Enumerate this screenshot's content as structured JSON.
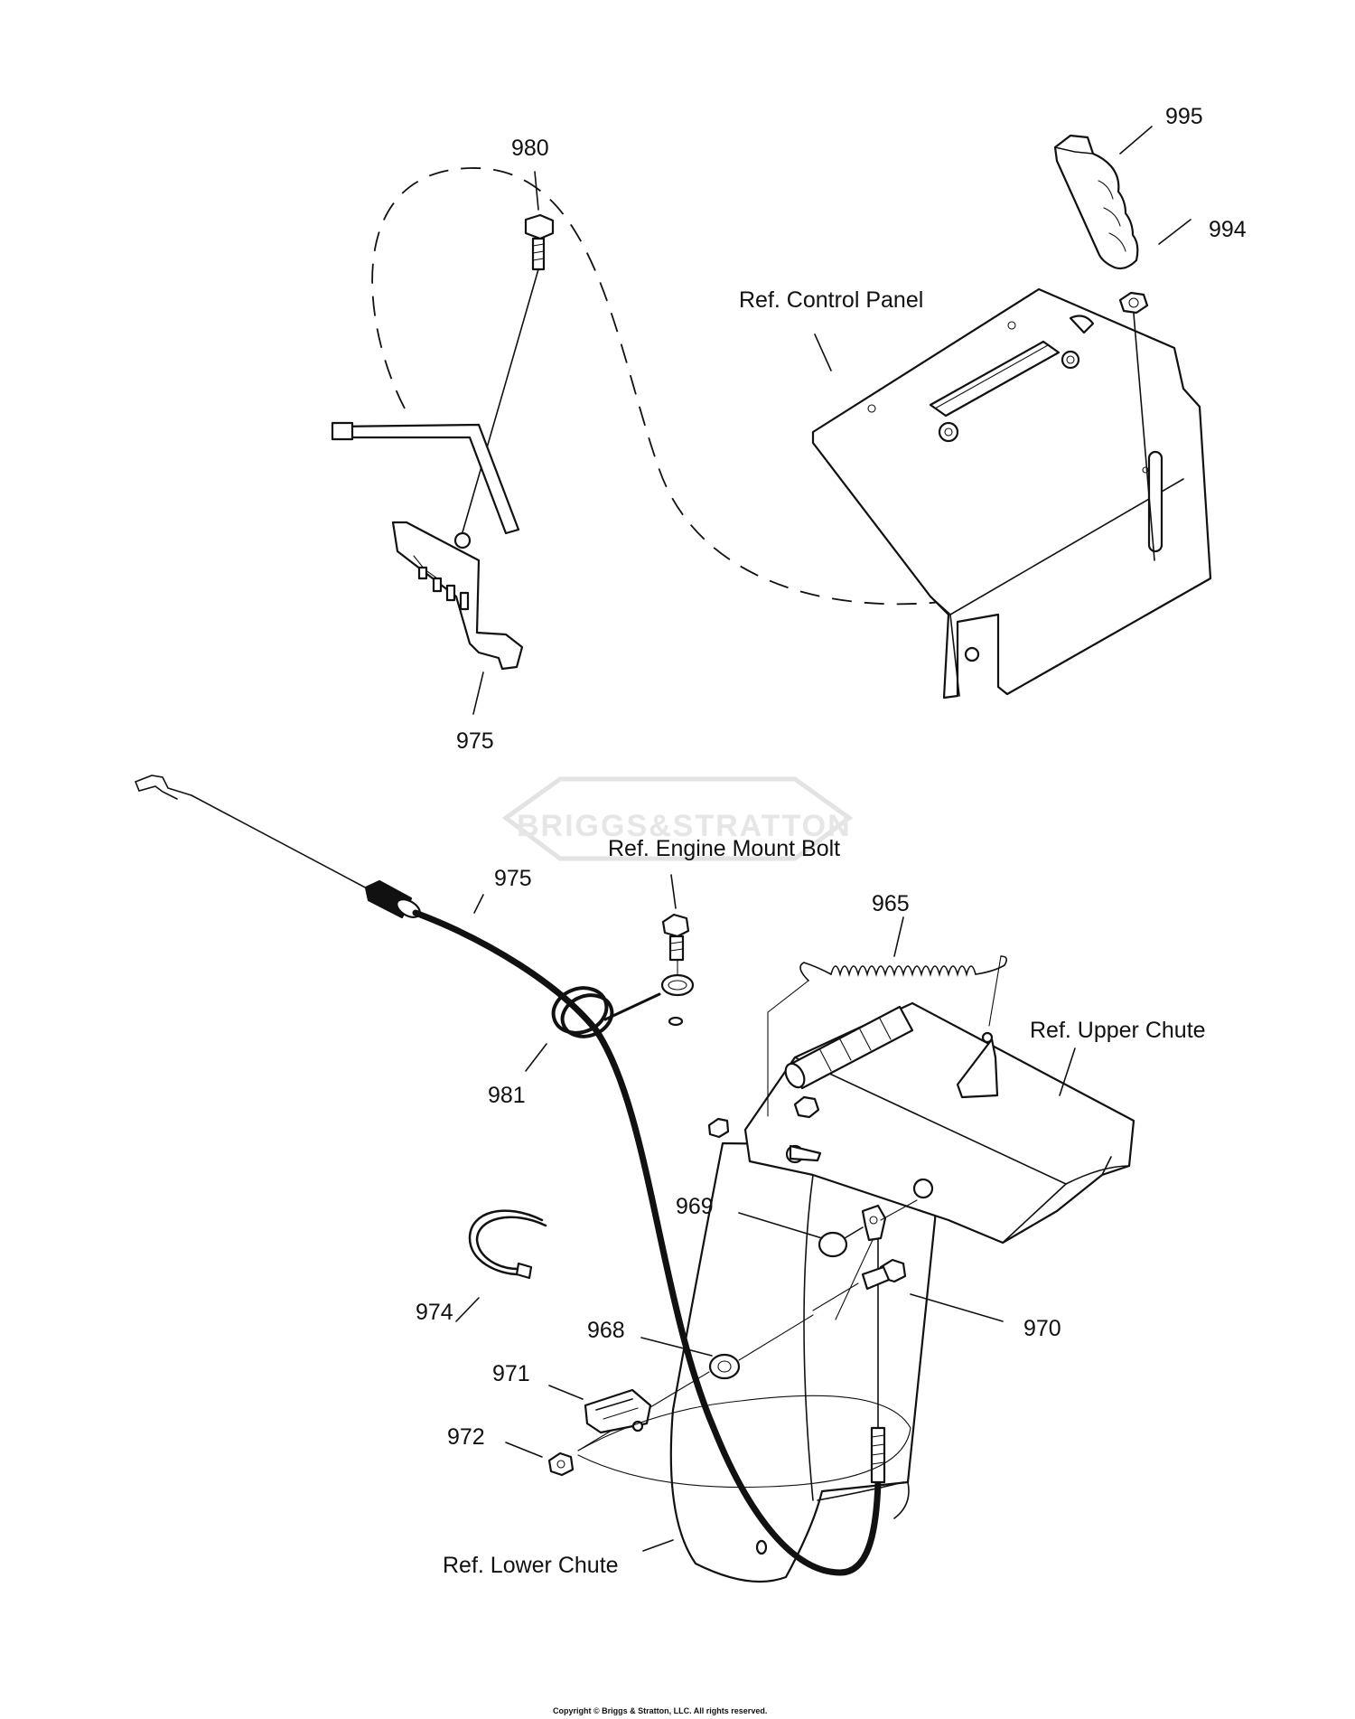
{
  "callouts": {
    "c980": "980",
    "c995": "995",
    "c994": "994",
    "c975_upper": "975",
    "c975_lower": "975",
    "c965": "965",
    "c981": "981",
    "c969": "969",
    "c974": "974",
    "c970": "970",
    "c968": "968",
    "c971": "971",
    "c972": "972"
  },
  "references": {
    "control_panel": "Ref. Control Panel",
    "engine_mount_bolt": "Ref. Engine Mount Bolt",
    "upper_chute": "Ref. Upper Chute",
    "lower_chute": "Ref. Lower Chute"
  },
  "watermark": "BRIGGS&STRATTON",
  "copyright": "Copyright © Briggs & Stratton, LLC. All rights reserved."
}
